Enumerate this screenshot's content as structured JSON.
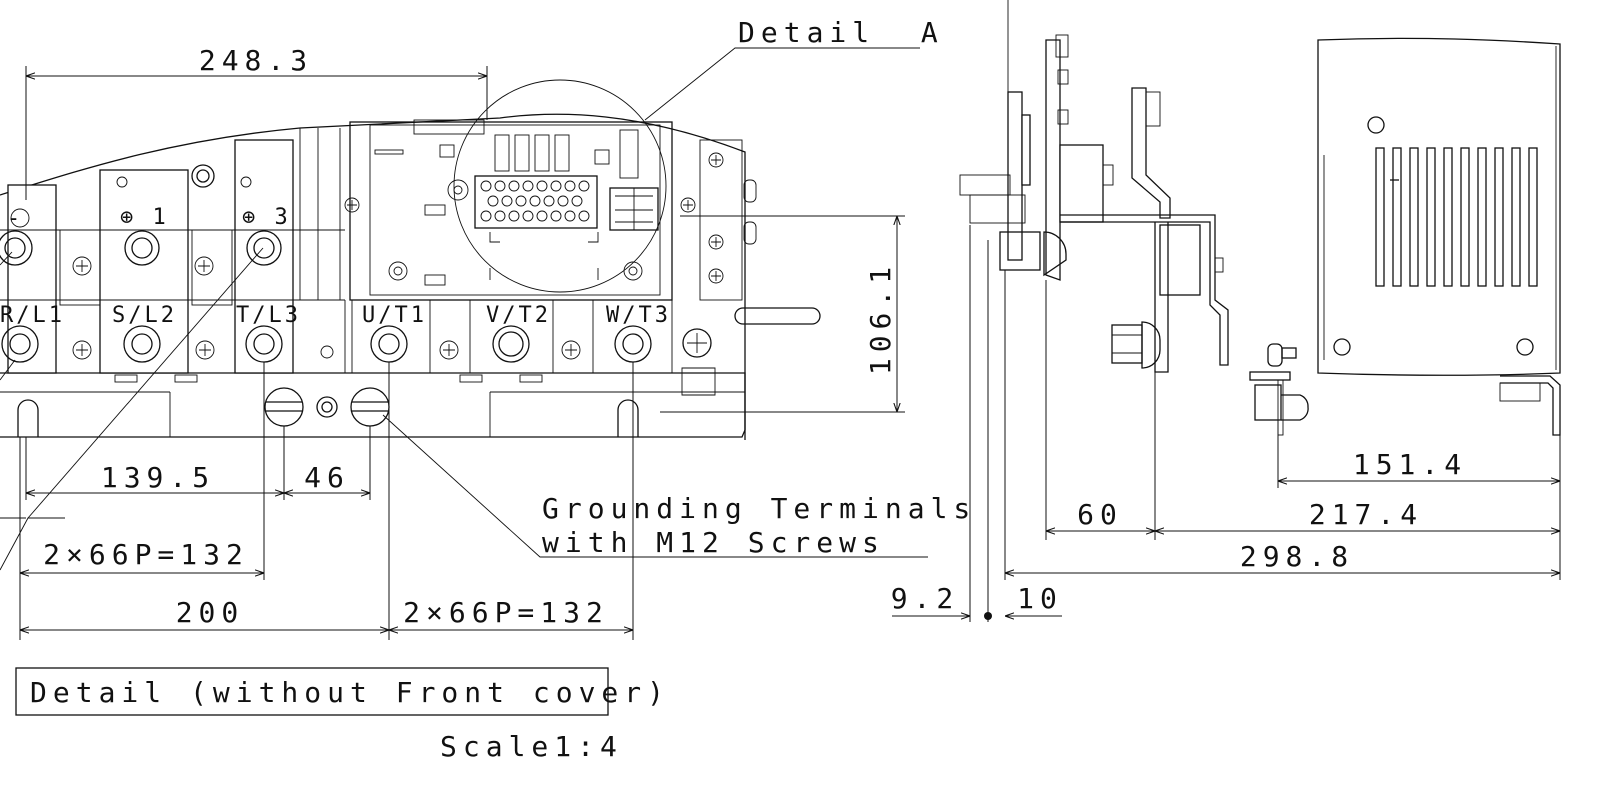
{
  "labels": {
    "detail_a": "Detail  A",
    "grounding_line1": "Grounding Terminals",
    "grounding_line2": "with M12 Screws",
    "detail_title": "Detail (without Front cover)",
    "scale": "Scale1:4"
  },
  "terminals": {
    "minus": "-",
    "plus1": "⊕ 1",
    "plus3": "⊕ 3",
    "rl1": "R/L1",
    "sl2": "S/L2",
    "tl3": "T/L3",
    "ut1": "U/T1",
    "vt2": "V/T2",
    "wt3": "W/T3"
  },
  "dimensions": {
    "d248": "248.3",
    "d106": "106.1",
    "d139": "139.5",
    "d46": "46",
    "d2x66_upper": "2×66P=132",
    "d200": "200",
    "d2x66_lower": "2×66P=132",
    "d151": "151.4",
    "d60": "60",
    "d217": "217.4",
    "d298": "298.8",
    "d9": "9.2",
    "d10": "10"
  }
}
